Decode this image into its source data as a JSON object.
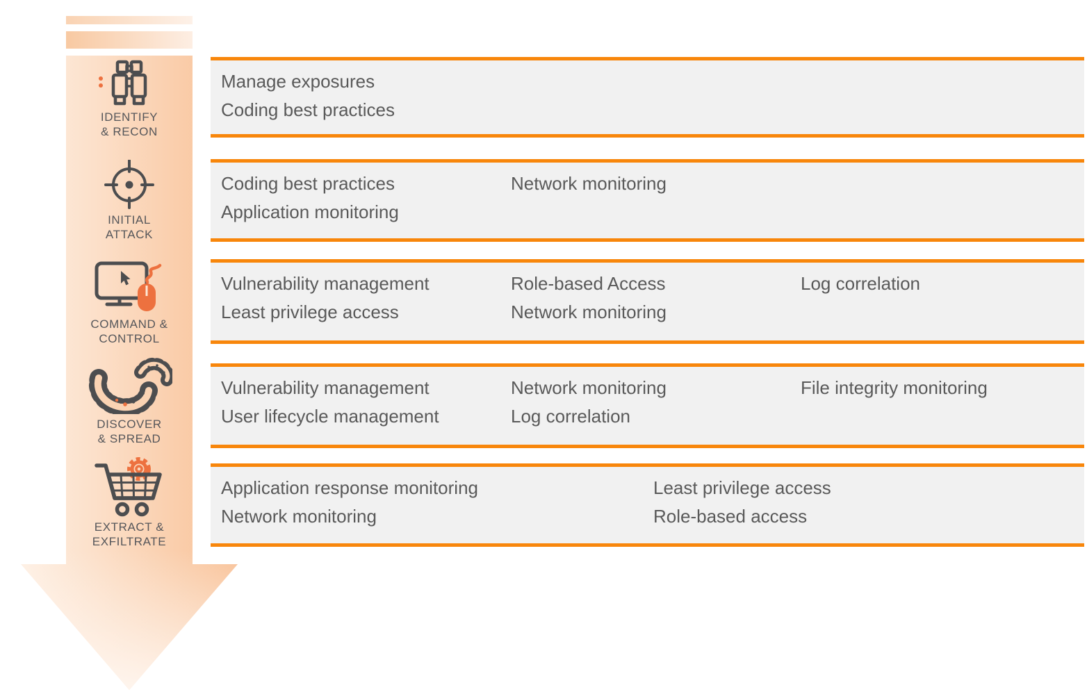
{
  "diagram_title": "attack-stages-vs-defensive-controls",
  "colors": {
    "accent_orange": "#F8860B",
    "icon_orange": "#ED713F",
    "icon_gray": "#4C4D4F",
    "row_background": "#F1F1F1",
    "body_text": "#595959",
    "arrow_gradient_light": "#FEF0E4",
    "arrow_gradient_dark": "#F8C095"
  },
  "stages": [
    {
      "icon": "binoculars-icon",
      "label_lines": [
        "IDENTIFY",
        "& RECON"
      ]
    },
    {
      "icon": "target-icon",
      "label_lines": [
        "INITIAL",
        "ATTACK"
      ]
    },
    {
      "icon": "command-control-icon",
      "label_lines": [
        "COMMAND &",
        "CONTROL"
      ]
    },
    {
      "icon": "bacteria-icon",
      "label_lines": [
        "DISCOVER",
        "& SPREAD"
      ]
    },
    {
      "icon": "cart-gear-icon",
      "label_lines": [
        "EXTRACT &",
        "EXFILTRATE"
      ]
    }
  ],
  "rows": [
    {
      "columns": [
        {
          "lines": [
            "Manage exposures",
            "Coding best practices"
          ]
        }
      ]
    },
    {
      "columns": [
        {
          "lines": [
            "Coding best practices",
            "Application monitoring"
          ]
        },
        {
          "lines": [
            "Network monitoring"
          ]
        }
      ]
    },
    {
      "columns": [
        {
          "lines": [
            "Vulnerability management",
            "Least privilege access"
          ]
        },
        {
          "lines": [
            "Role-based Access",
            "Network monitoring"
          ]
        },
        {
          "lines": [
            "Log correlation"
          ]
        }
      ]
    },
    {
      "columns": [
        {
          "lines": [
            "Vulnerability management",
            "User lifecycle management"
          ]
        },
        {
          "lines": [
            "Network monitoring",
            "Log correlation"
          ]
        },
        {
          "lines": [
            "File integrity monitoring"
          ]
        }
      ]
    },
    {
      "columns": [
        {
          "lines": [
            "Application response monitoring",
            "Network monitoring"
          ]
        },
        {
          "lines": [
            "Least privilege access",
            "Role-based access"
          ]
        }
      ]
    }
  ]
}
